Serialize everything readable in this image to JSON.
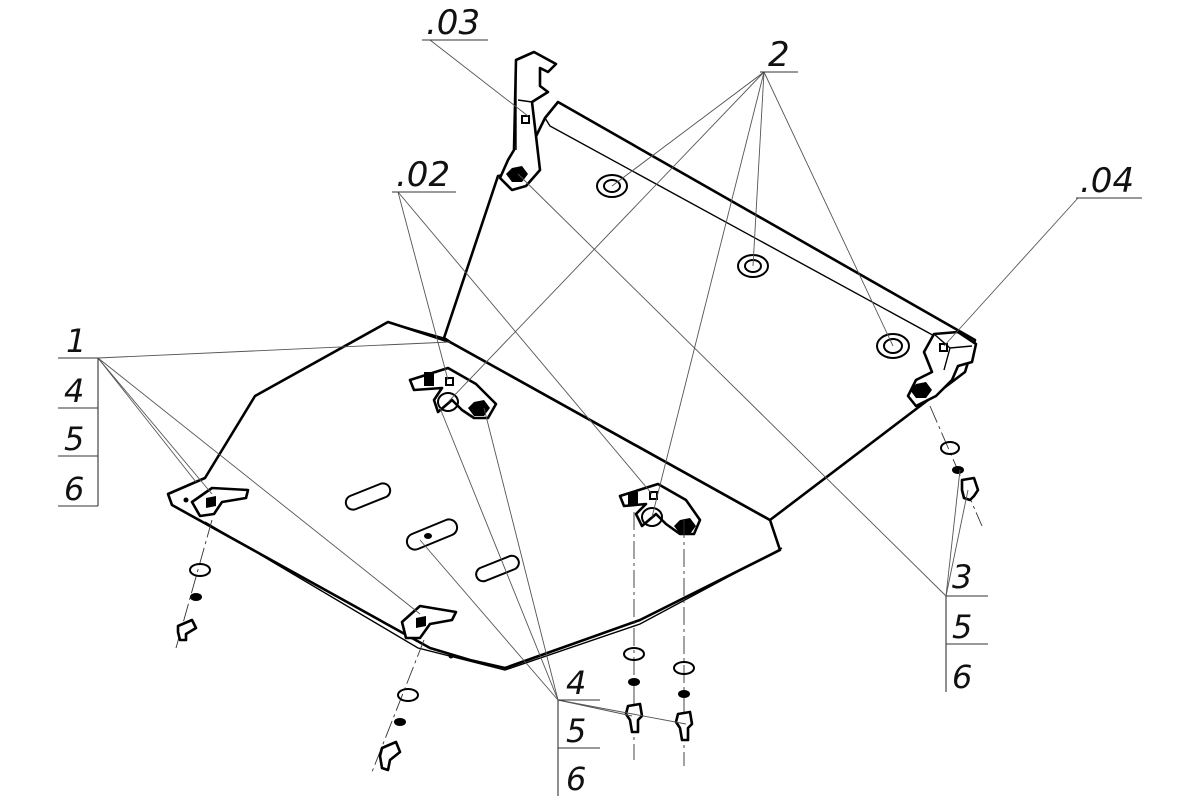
{
  "labels": {
    "part_03": ".03",
    "part_02": ".02",
    "part_04": ".04",
    "part_2": "2",
    "stack_left": [
      "1",
      "4",
      "5",
      "6"
    ],
    "stack_right": [
      "3",
      "5",
      "6"
    ],
    "stack_bottom": [
      "4",
      "5",
      "6"
    ]
  },
  "colors": {
    "line": "#000000",
    "background": "#ffffff"
  }
}
